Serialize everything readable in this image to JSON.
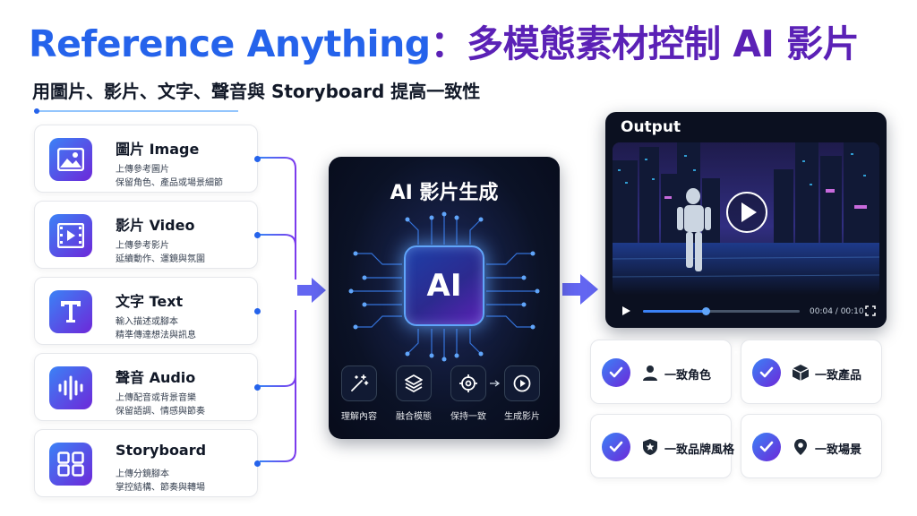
{
  "header": {
    "title_latin": "Reference Anything",
    "title_colon": "：",
    "title_cjk": "多模態素材控制 AI 影片",
    "subtitle": "用圖片、影片、文字、聲音與 Storyboard 提高一致性"
  },
  "inputs": [
    {
      "icon": "image-icon",
      "title": "圖片 Image",
      "line1": "上傳參考圖片",
      "line2": "保留角色、產品或場景細節"
    },
    {
      "icon": "video-icon",
      "title": "影片 Video",
      "line1": "上傳參考影片",
      "line2": "延續動作、運鏡與氛圍"
    },
    {
      "icon": "text-icon",
      "title": "文字 Text",
      "line1": "輸入描述或腳本",
      "line2": "精準傳達想法與訊息"
    },
    {
      "icon": "audio-icon",
      "title": "聲音 Audio",
      "line1": "上傳配音或背景音樂",
      "line2": "保留語調、情感與節奏"
    },
    {
      "icon": "storyboard-icon",
      "title": "Storyboard",
      "line1": "上傳分鏡腳本",
      "line2": "掌控結構、節奏與轉場"
    }
  ],
  "generator": {
    "title": "AI 影片生成",
    "chip_label": "AI",
    "steps": [
      {
        "icon": "magic-wand-icon",
        "label": "理解內容"
      },
      {
        "icon": "layers-icon",
        "label": "融合模態"
      },
      {
        "icon": "target-icon",
        "label": "保持一致"
      },
      {
        "icon": "play-circle-icon",
        "label": "生成影片"
      }
    ]
  },
  "output": {
    "title": "Output",
    "time_display": "00:04 / 00:10",
    "progress": 0.4
  },
  "features": [
    {
      "icon": "person-icon",
      "label": "一致角色"
    },
    {
      "icon": "box-icon",
      "label": "一致產品"
    },
    {
      "icon": "shield-star-icon",
      "label": "一致品牌風格"
    },
    {
      "icon": "location-pin-icon",
      "label": "一致場景"
    }
  ],
  "colors": {
    "blue": "#2563eb",
    "purple": "#5b21b6",
    "gradient_start": "#3b82f6",
    "gradient_end": "#6d28d9",
    "dark_panel": "#0b1226"
  }
}
